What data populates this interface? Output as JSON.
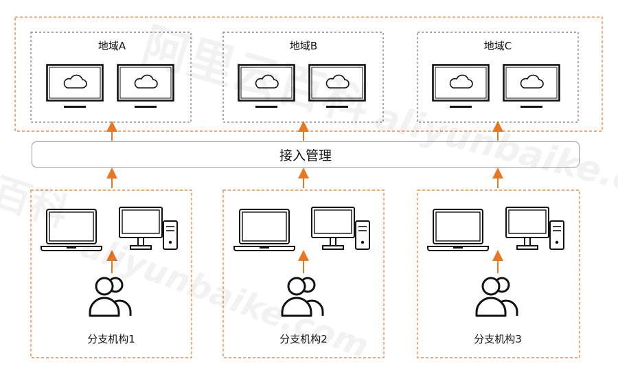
{
  "regions": [
    {
      "label": "地域A"
    },
    {
      "label": "地域B"
    },
    {
      "label": "地域C"
    }
  ],
  "access_management": {
    "label": "接入管理"
  },
  "branches": [
    {
      "label": "分支机构1"
    },
    {
      "label": "分支机构2"
    },
    {
      "label": "分支机构3"
    }
  ],
  "watermark": {
    "cn": "阿里云百科",
    "en": "aliyunbaike.com",
    "cn_short": "百科"
  },
  "colors": {
    "orange": "#e87722",
    "dash": "#555555",
    "icon": "#111111"
  }
}
